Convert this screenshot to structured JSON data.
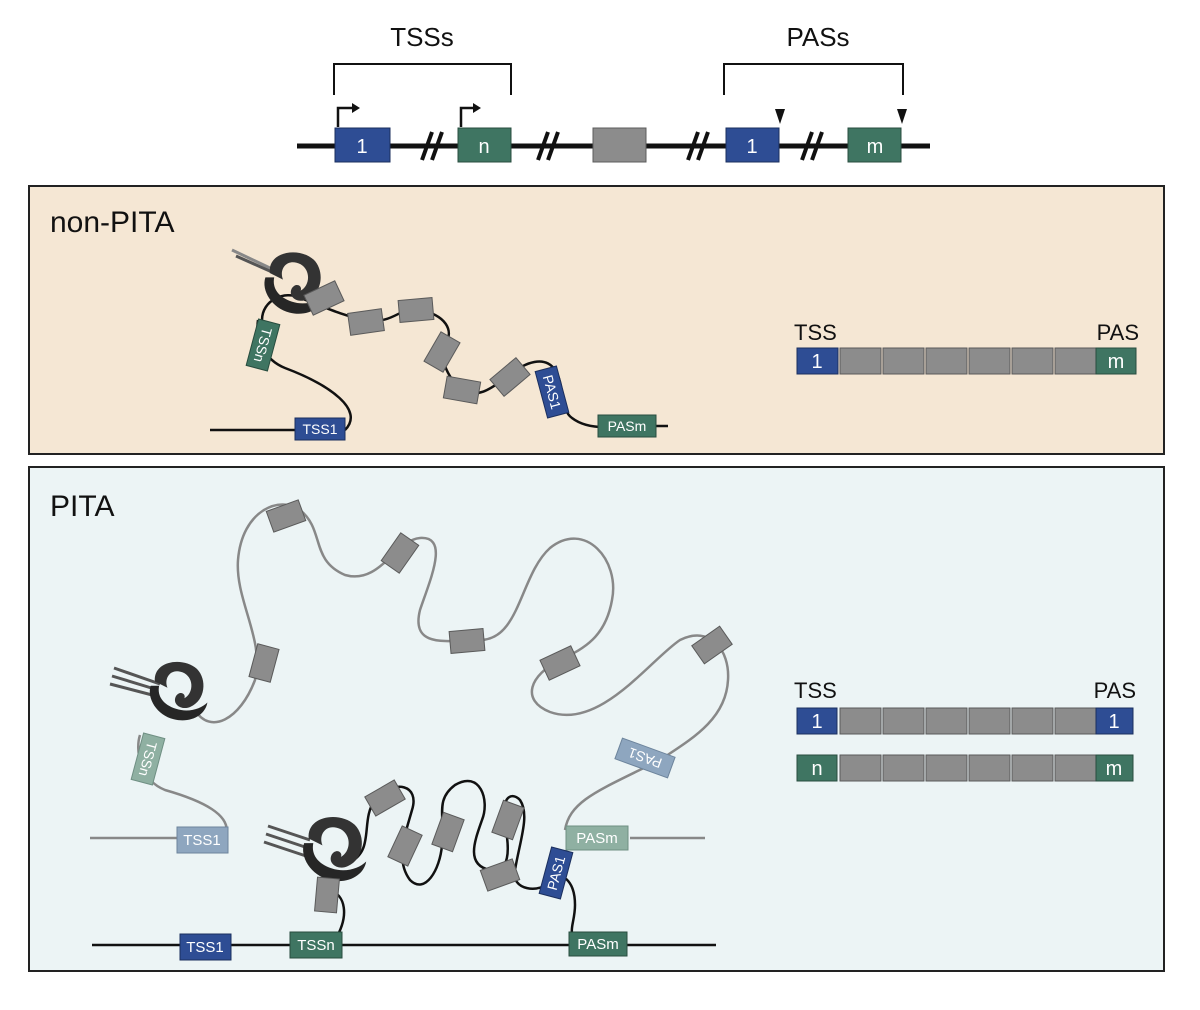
{
  "gene_model": {
    "bracket_tss_label": "TSSs",
    "bracket_pas_label": "PASs",
    "exon_first_tss": "1",
    "exon_last_tss": "n",
    "exon_first_pas": "1",
    "exon_last_pas": "m"
  },
  "panels": {
    "non_pita": {
      "title": "non-PITA",
      "fill": "#f5e7d4",
      "tags": {
        "tssn": "TSSn",
        "tss1": "TSS1",
        "pas1": "PAS1",
        "pasm": "PASm"
      },
      "transcript": {
        "left_label": "TSS",
        "right_label": "PAS",
        "start_exon": "1",
        "end_exon": "m"
      }
    },
    "pita": {
      "title": "PITA",
      "fill": "#ecf4f5",
      "tags": {
        "pale_tssn": "TSSn",
        "pale_tss1": "TSS1",
        "pale_pas1": "PAS1",
        "pale_pasm": "PASm",
        "dark_tss1": "TSS1",
        "dark_tssn": "TSSn",
        "dark_pas1": "PAS1",
        "dark_pasm": "PASm"
      },
      "transcript_a": {
        "left_label": "TSS",
        "right_label": "PAS",
        "start_exon": "1",
        "end_exon": "1"
      },
      "transcript_b": {
        "start_exon": "n",
        "end_exon": "m"
      }
    }
  },
  "colors": {
    "blue_exon": "#2e4d94",
    "green_exon": "#3f7562",
    "grey_exon": "#8c8c8c",
    "pale_blue_exon": "#8ea6bf",
    "pale_green_exon": "#8fb0a2",
    "ribosome": "#2f2f2f"
  }
}
